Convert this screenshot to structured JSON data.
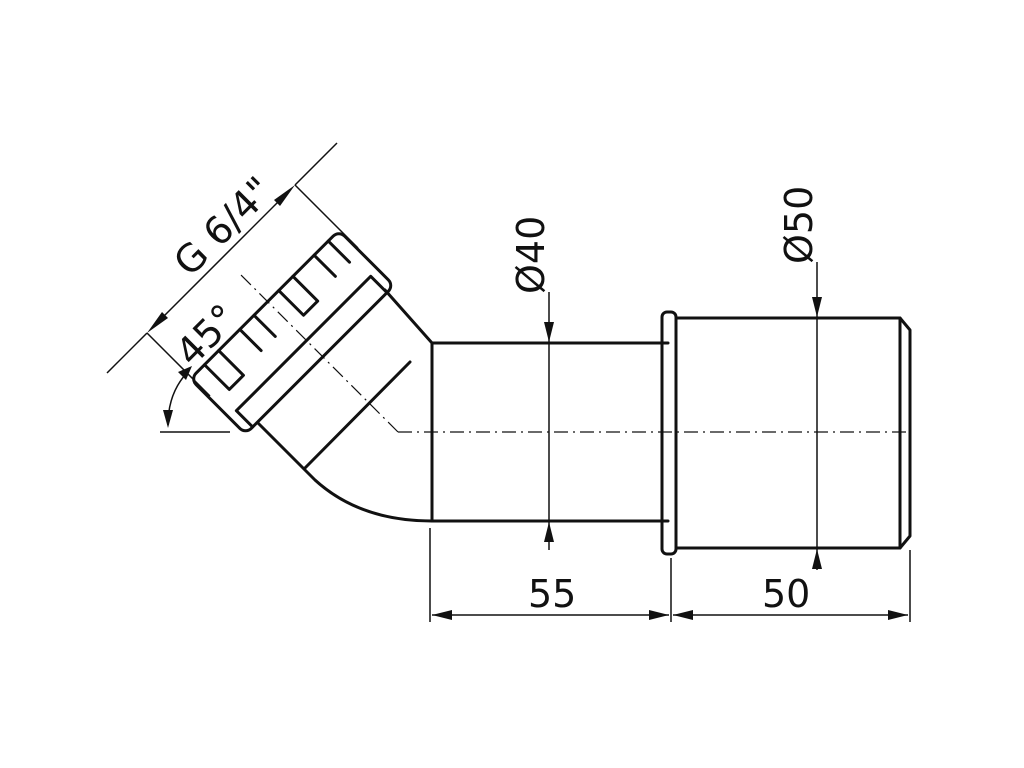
{
  "drawing": {
    "thread_label": "G 6/4\"",
    "angle_label": "45°",
    "diameter_small_label": "Ø40",
    "diameter_large_label": "Ø50",
    "length_pipe_label": "55",
    "length_socket_label": "50"
  }
}
